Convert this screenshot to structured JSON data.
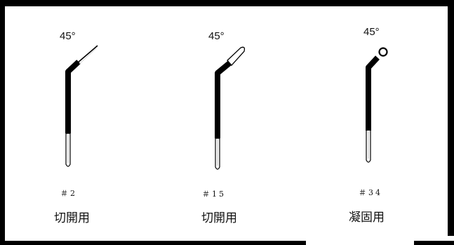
{
  "electrodes": [
    {
      "angle": "45°",
      "code": "＃2",
      "use": "切開用",
      "tip": "needle-icon"
    },
    {
      "angle": "45°",
      "code": "＃15",
      "use": "切開用",
      "tip": "blade-icon"
    },
    {
      "angle": "45°",
      "code": "＃34",
      "use": "凝固用",
      "tip": "loop-icon"
    }
  ]
}
